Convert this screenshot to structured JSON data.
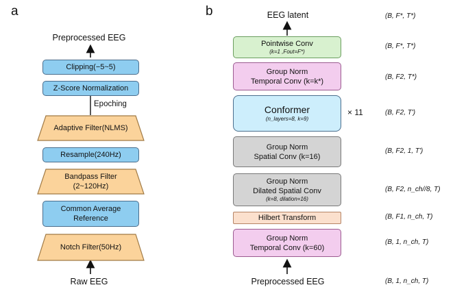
{
  "panel_a": {
    "label": "a",
    "output_label": "Preprocessed EEG",
    "input_label": "Raw EEG",
    "epoching_label": "Epoching",
    "steps": {
      "clipping": "Clipping(−5~5)",
      "zscore": "Z-Score Normalization",
      "adaptive_filter": "Adaptive Filter(NLMS)",
      "resample": "Resample(240Hz)",
      "bandpass_line1": "Bandpass Filter",
      "bandpass_line2": "(2~120Hz)",
      "car_line1": "Common Average",
      "car_line2": "Reference",
      "notch": "Notch Filter(50Hz)"
    }
  },
  "panel_b": {
    "label": "b",
    "output_label": "EEG latent",
    "input_label": "Preprocessed EEG",
    "repeat_label": "× 11",
    "blocks": {
      "pointwise_title": "Pointwise Conv",
      "pointwise_params": "(k=1 ,Fout=F*)",
      "gn_temporal_top_line1": "Group Norm",
      "gn_temporal_top_line2": "Temporal Conv (k=k*)",
      "conformer_title": "Conformer",
      "conformer_params": "(n_layers=8, k=9)",
      "gn_spatial_line1": "Group Norm",
      "gn_spatial_line2": "Spatial Conv (k=16)",
      "gn_dilated_line1": "Group Norm",
      "gn_dilated_line2": "Dilated Spatial Conv",
      "gn_dilated_params": "(k=8, dilation=16)",
      "hilbert": "Hilbert Transform",
      "gn_temporal_bottom_line1": "Group Norm",
      "gn_temporal_bottom_line2": "Temporal Conv (k=60)"
    },
    "shapes": {
      "latent": "(B, F*, T*)",
      "pointwise": "(B, F*, T*)",
      "gn_temporal_top": "(B, F2, T*)",
      "conformer": "(B, F2, T')",
      "gn_spatial": "(B, F2, 1, T')",
      "gn_dilated": "(B, F2, n_ch//8, T)",
      "hilbert": "(B, F1, n_ch, T)",
      "gn_temporal_bottom": "(B, 1, n_ch, T)",
      "input": "(B, 1, n_ch, T)"
    }
  },
  "colors": {
    "process_blue": "#8ecdf0",
    "filter_orange": "#fbd39b",
    "conformer_blue": "#cdeefc",
    "pointwise_green": "#d8f1cf",
    "groupnorm_pink": "#f3cdee",
    "spatial_gray": "#d4d4d4",
    "hilbert_peach": "#fbe0cd"
  }
}
